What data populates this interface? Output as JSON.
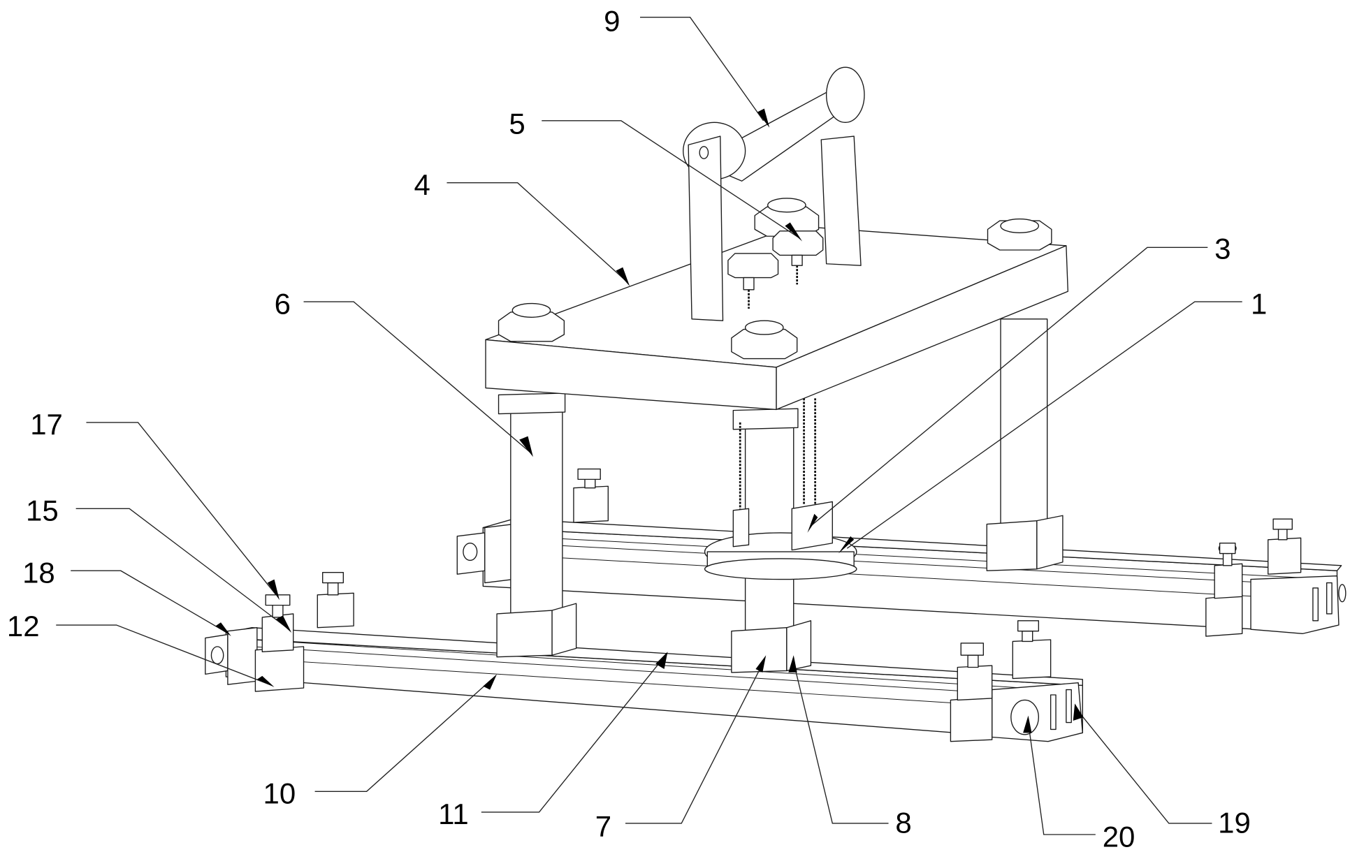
{
  "figure": {
    "type": "patent-style isometric mechanical drawing",
    "line_color": "#1a1a1a",
    "background": "#ffffff"
  },
  "labels": [
    {
      "id": "1",
      "text": "1"
    },
    {
      "id": "3",
      "text": "3"
    },
    {
      "id": "4",
      "text": "4"
    },
    {
      "id": "5",
      "text": "5"
    },
    {
      "id": "6",
      "text": "6"
    },
    {
      "id": "7",
      "text": "7"
    },
    {
      "id": "8",
      "text": "8"
    },
    {
      "id": "9",
      "text": "9"
    },
    {
      "id": "10",
      "text": "10"
    },
    {
      "id": "11",
      "text": "11"
    },
    {
      "id": "12",
      "text": "12"
    },
    {
      "id": "15",
      "text": "15"
    },
    {
      "id": "17",
      "text": "17"
    },
    {
      "id": "18",
      "text": "18"
    },
    {
      "id": "19",
      "text": "19"
    },
    {
      "id": "20",
      "text": "20"
    }
  ]
}
